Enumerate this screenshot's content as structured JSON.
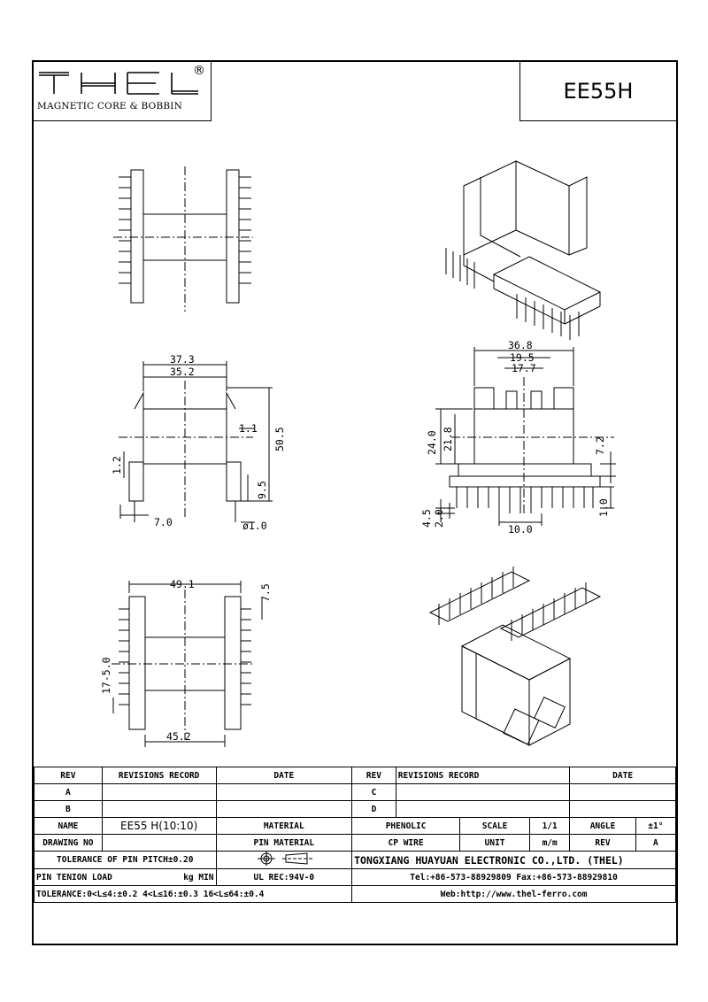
{
  "header": {
    "logo_text": "THEL",
    "registered_mark": "®",
    "logo_subtitle": "MAGNETIC CORE & BOBBIN",
    "model": "EE55H"
  },
  "dimensions": {
    "d373": "37.3",
    "d352": "35.2",
    "d11": "1.1",
    "d505": "50.5",
    "d12": "1.2",
    "d95": "9.5",
    "d70": "7.0",
    "dphi10": "ø1.0",
    "d368": "36.8",
    "d195": "19.5",
    "d177": "17.7",
    "d240": "24.0",
    "d218": "21.8",
    "d72": "7.2",
    "d45": "4.5",
    "d20": "2.0",
    "d100": "10.0",
    "d10": "1.0",
    "d491": "49.1",
    "d75": "7.5",
    "d175": "17-5.0",
    "d452": "45.2"
  },
  "titleblock": {
    "rev_h": "REV",
    "rec_h": "REVISIONS RECORD",
    "date_h": "DATE",
    "rev_a": "A",
    "rev_b": "B",
    "rev_c": "C",
    "rev_d": "D",
    "name_l": "NAME",
    "name_v": "EE55 H(10:10)",
    "material_l": "MATERIAL",
    "material_v": "PHENOLIC",
    "scale_l": "SCALE",
    "scale_v": "1/1",
    "angle_l": "ANGLE",
    "angle_v": "±1°",
    "drawno_l": "DRAWING NO",
    "pinmat_l": "PIN MATERIAL",
    "pinmat_v": "CP WIRE",
    "unit_l": "UNIT",
    "unit_v": "m/m",
    "rev_l": "REV",
    "rev_v": "A",
    "tol_pitch": "TOLERANCE OF PIN PITCH±0.20",
    "company": "TONGXIANG HUAYUAN ELECTRONIC CO.,LTD.  (THEL)",
    "pin_load": "PIN TENION LOAD",
    "kgmin": "kg MIN",
    "ul": "UL REC:94V-0",
    "tel": "Tel:+86-573-88929809 Fax:+86-573-88929810",
    "tol1": "TOLERANCE:0<L≤4:±0.2  4<L≤16:±0.3  16<L≤64:±0.4",
    "web": "Web:http://www.thel-ferro.com"
  }
}
